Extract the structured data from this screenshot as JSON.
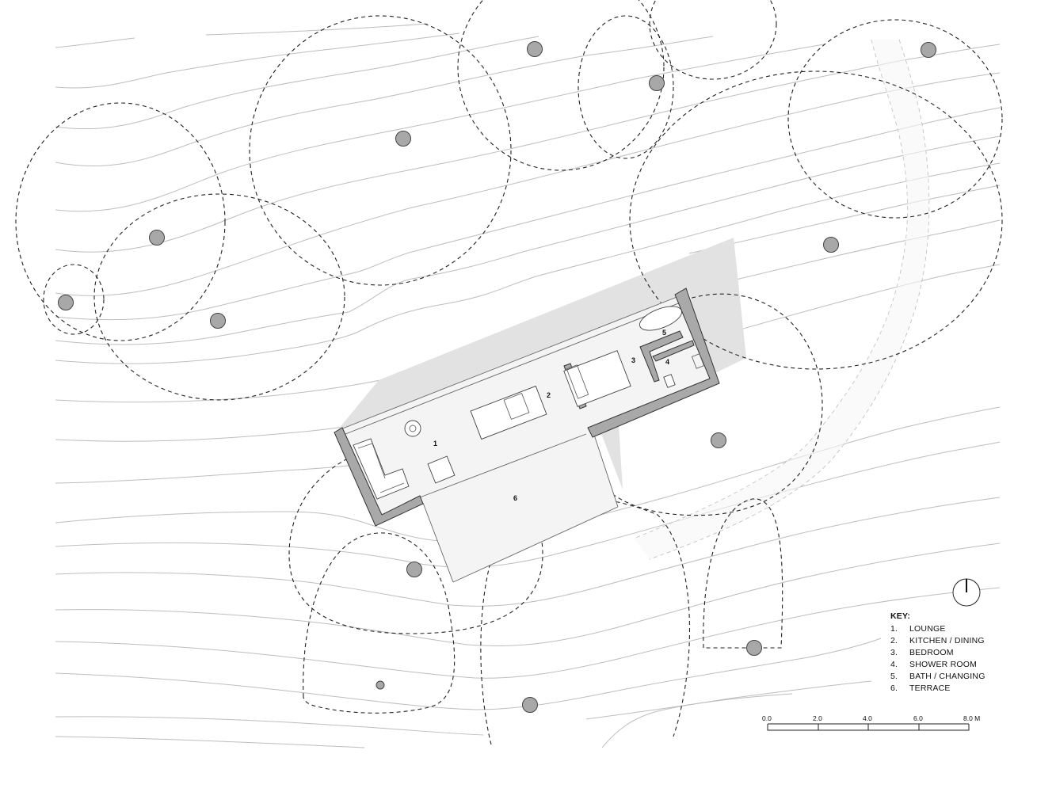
{
  "key": {
    "title": "KEY:",
    "items": [
      {
        "num": "1.",
        "label": "LOUNGE"
      },
      {
        "num": "2.",
        "label": "KITCHEN / DINING"
      },
      {
        "num": "3.",
        "label": "BEDROOM"
      },
      {
        "num": "4.",
        "label": "SHOWER ROOM"
      },
      {
        "num": "5.",
        "label": "BATH / CHANGING"
      },
      {
        "num": "6.",
        "label": "TERRACE"
      }
    ]
  },
  "rooms": [
    "1",
    "2",
    "3",
    "4",
    "5",
    "6"
  ],
  "scale_bar": {
    "ticks": [
      "0.0",
      "2.0",
      "4.0",
      "6.0",
      "8.0 M"
    ]
  },
  "icons": [
    "north-arrow-icon",
    "tree-trunk-icon"
  ],
  "colors": {
    "walls": "#a9a9a9",
    "shadow": "#e2e2e2",
    "trees": "#a8a8a8"
  }
}
